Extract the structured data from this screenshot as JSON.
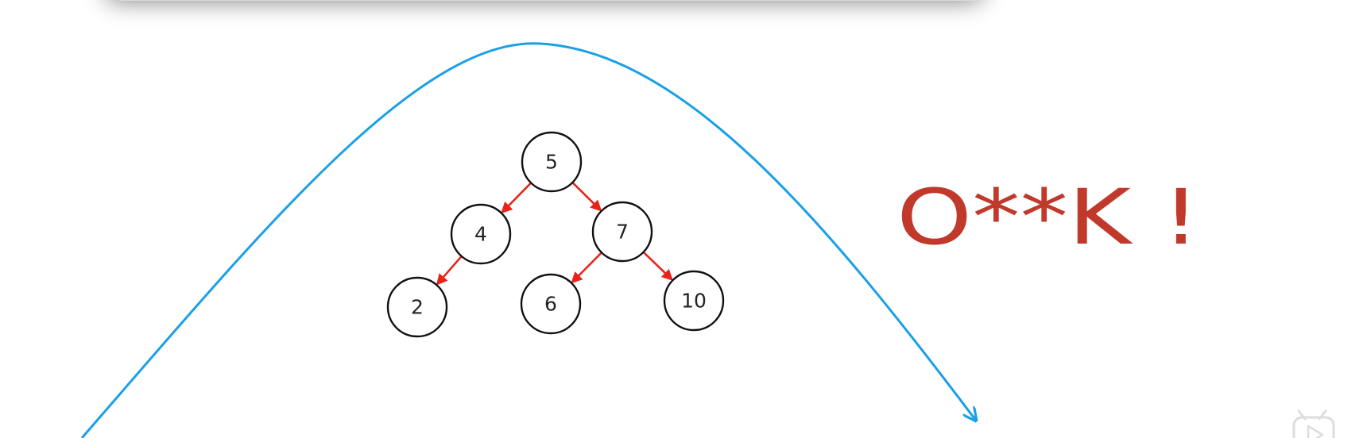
{
  "tree": {
    "nodes": [
      {
        "id": "n5",
        "label": "5"
      },
      {
        "id": "n4",
        "label": "4"
      },
      {
        "id": "n7",
        "label": "7"
      },
      {
        "id": "n2",
        "label": "2"
      },
      {
        "id": "n6",
        "label": "6"
      },
      {
        "id": "n10",
        "label": "10"
      }
    ],
    "edges": [
      {
        "from": "n5",
        "to": "n4"
      },
      {
        "from": "n5",
        "to": "n7"
      },
      {
        "from": "n4",
        "to": "n2"
      },
      {
        "from": "n7",
        "to": "n6"
      },
      {
        "from": "n7",
        "to": "n10"
      }
    ]
  },
  "exclamation": {
    "text": "O**K !"
  },
  "colors": {
    "arc": "#1aa0e6",
    "edge": "#e8231a",
    "exclamation": "#c0392b",
    "node_stroke": "#111111"
  },
  "icons": {
    "bottom_right": "play-icon"
  }
}
